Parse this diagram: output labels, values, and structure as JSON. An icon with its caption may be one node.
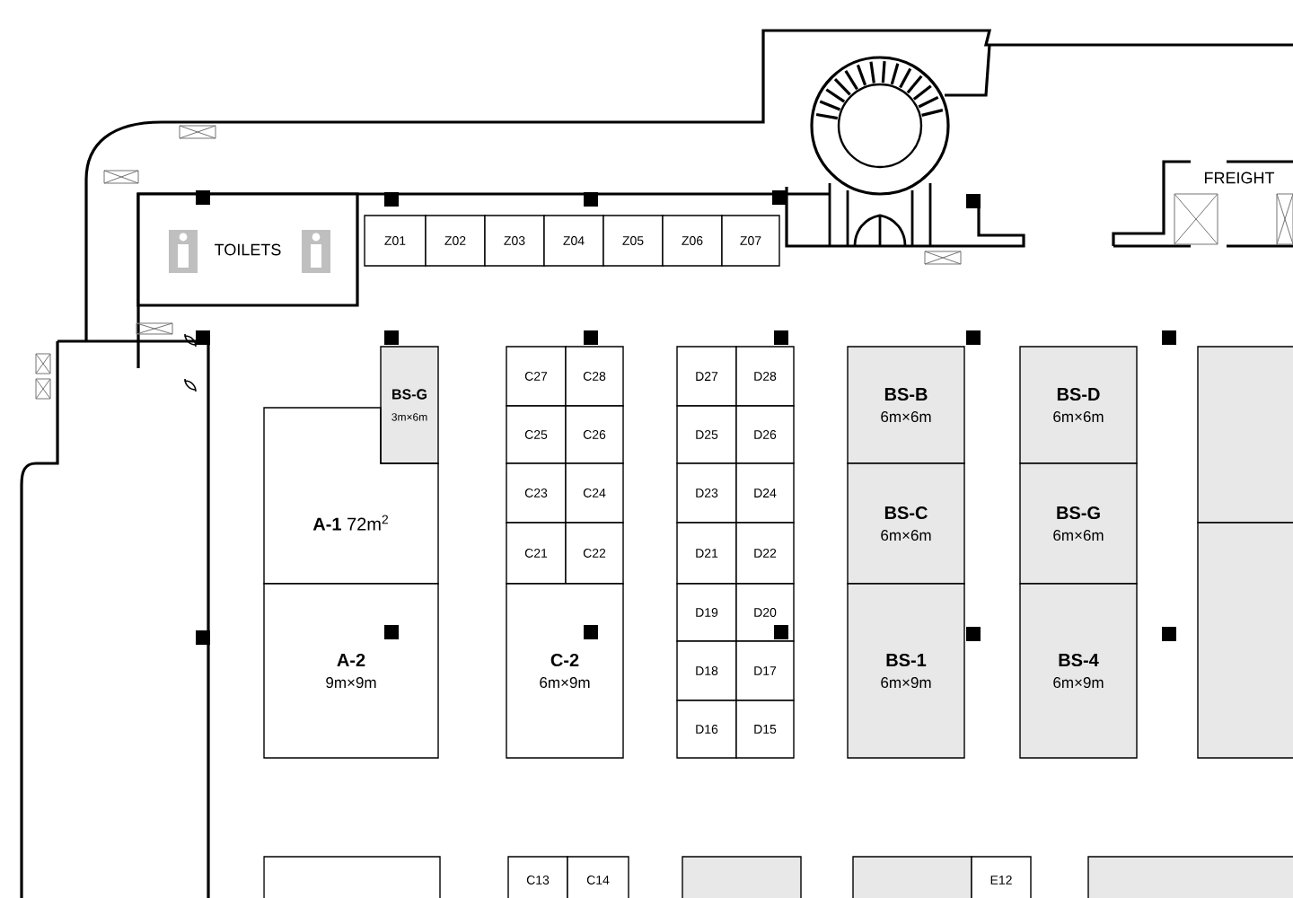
{
  "diagram": {
    "nodes": [
      {
        "text": [
          "TOILETS"
        ]
      },
      {
        "text": [
          "FREIGHT"
        ]
      },
      {
        "text": [
          "Z01"
        ]
      },
      {
        "text": [
          "Z02"
        ]
      },
      {
        "text": [
          "Z03"
        ]
      },
      {
        "text": [
          "Z04"
        ]
      },
      {
        "text": [
          "Z05"
        ]
      },
      {
        "text": [
          "Z06"
        ]
      },
      {
        "text": [
          "Z07"
        ]
      },
      {
        "text": [
          "BS-G",
          "3m×6m"
        ]
      },
      {
        "text": [
          "C27"
        ]
      },
      {
        "text": [
          "C28"
        ]
      },
      {
        "text": [
          "D27"
        ]
      },
      {
        "text": [
          "D28"
        ]
      },
      {
        "text": [
          "BS-B",
          "6m×6m"
        ]
      },
      {
        "text": [
          "BS-D",
          "6m×6m"
        ]
      },
      {
        "text": [],
        "shape": "box"
      },
      {
        "text": [
          "**A-1** 72m$^{2}$"
        ]
      },
      {
        "text": [
          "C25"
        ]
      },
      {
        "text": [
          "C26"
        ]
      },
      {
        "text": [
          "D25"
        ]
      },
      {
        "text": [
          "D26"
        ]
      },
      {
        "text": [
          "C23"
        ]
      },
      {
        "text": [
          "C24"
        ]
      },
      {
        "text": [
          "D23"
        ]
      },
      {
        "text": [
          "D24"
        ]
      },
      {
        "text": [
          "BS-C",
          "6m×6m"
        ]
      },
      {
        "text": [
          "BS-G",
          "6m×6m"
        ]
      },
      {
        "text": [
          "C21"
        ]
      },
      {
        "text": [
          "C22"
        ]
      },
      {
        "text": [
          "D21"
        ]
      },
      {
        "text": [
          "D22"
        ]
      },
      {
        "text": [
          "D19"
        ]
      },
      {
        "text": [
          "D20"
        ]
      },
      {
        "text": [],
        "shape": "box"
      },
      {
        "text": [
          "A-2",
          "9m×9m"
        ]
      },
      {
        "text": [
          "C-2",
          "6m×9m"
        ]
      },
      {
        "text": [
          "D18"
        ]
      },
      {
        "text": [
          "D17"
        ]
      },
      {
        "text": [
          "BS-1",
          "6m×9m"
        ]
      },
      {
        "text": [
          "BS-4",
          "6m×9m"
        ]
      },
      {
        "text": [
          "D16"
        ]
      },
      {
        "text": [
          "D15"
        ]
      },
      {
        "text": [],
        "shape": "box"
      },
      {
        "text": [
          "C13"
        ]
      },
      {
        "text": [
          "C14"
        ]
      },
      {
        "text": [],
        "shape": "box"
      },
      {
        "text": [],
        "shape": "box"
      },
      {
        "text": [
          "E12"
        ]
      },
      {
        "text": [],
        "shape": "box"
      }
    ]
  }
}
